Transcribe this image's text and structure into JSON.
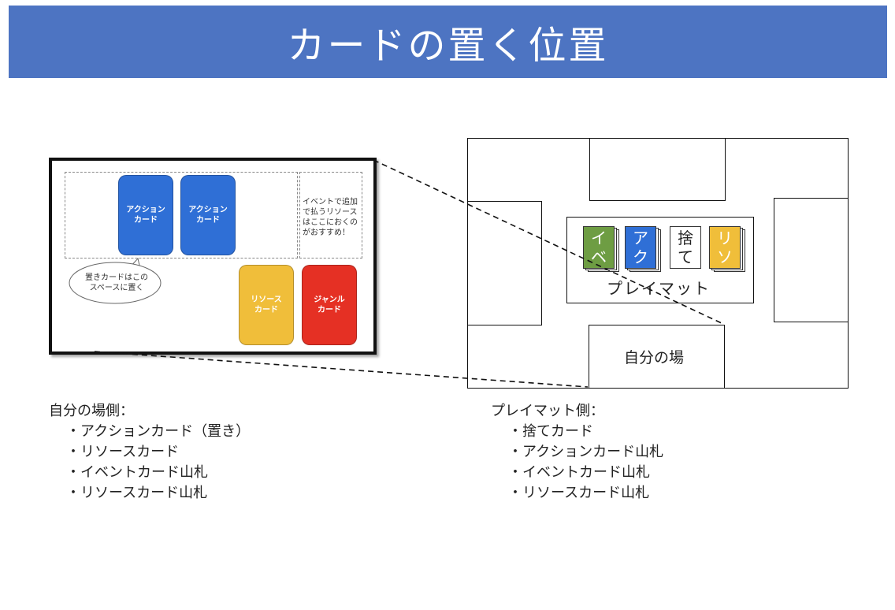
{
  "title": "カードの置く位置",
  "colors": {
    "title_bar": "#4d74c2",
    "action_card": "#2f6fd6",
    "resource_card": "#f0be3a",
    "genre_card": "#e53024",
    "event_pile": "#6e9d43",
    "action_pile": "#2f6fd6",
    "resource_pile": "#f0be3a"
  },
  "zoom_panel": {
    "cards": [
      {
        "label": "アクション\nカード"
      },
      {
        "label": "アクション\nカード"
      },
      {
        "label": "リソース\nカード"
      },
      {
        "label": "ジャンル\nカード"
      }
    ],
    "event_note": "イベントで追加\nで払うリソース\nはここにおくの\nがおすすめ！",
    "bubble_note": "置きカードはこの\nスペースに置く"
  },
  "field": {
    "playmat_label": "プレイマット",
    "self_area_label": "自分の場",
    "piles": [
      {
        "label": "イ\nベ"
      },
      {
        "label": "ア\nク"
      },
      {
        "label": "捨\nて"
      },
      {
        "label": "リ\nソ"
      }
    ]
  },
  "left_list": {
    "heading": "自分の場側：",
    "items": [
      "アクションカード（置き）",
      "リソースカード",
      "イベントカード山札",
      "リソースカード山札"
    ]
  },
  "right_list": {
    "heading": "プレイマット側：",
    "items": [
      "捨てカード",
      "アクションカード山札",
      "イベントカード山札",
      "リソースカード山札"
    ]
  }
}
